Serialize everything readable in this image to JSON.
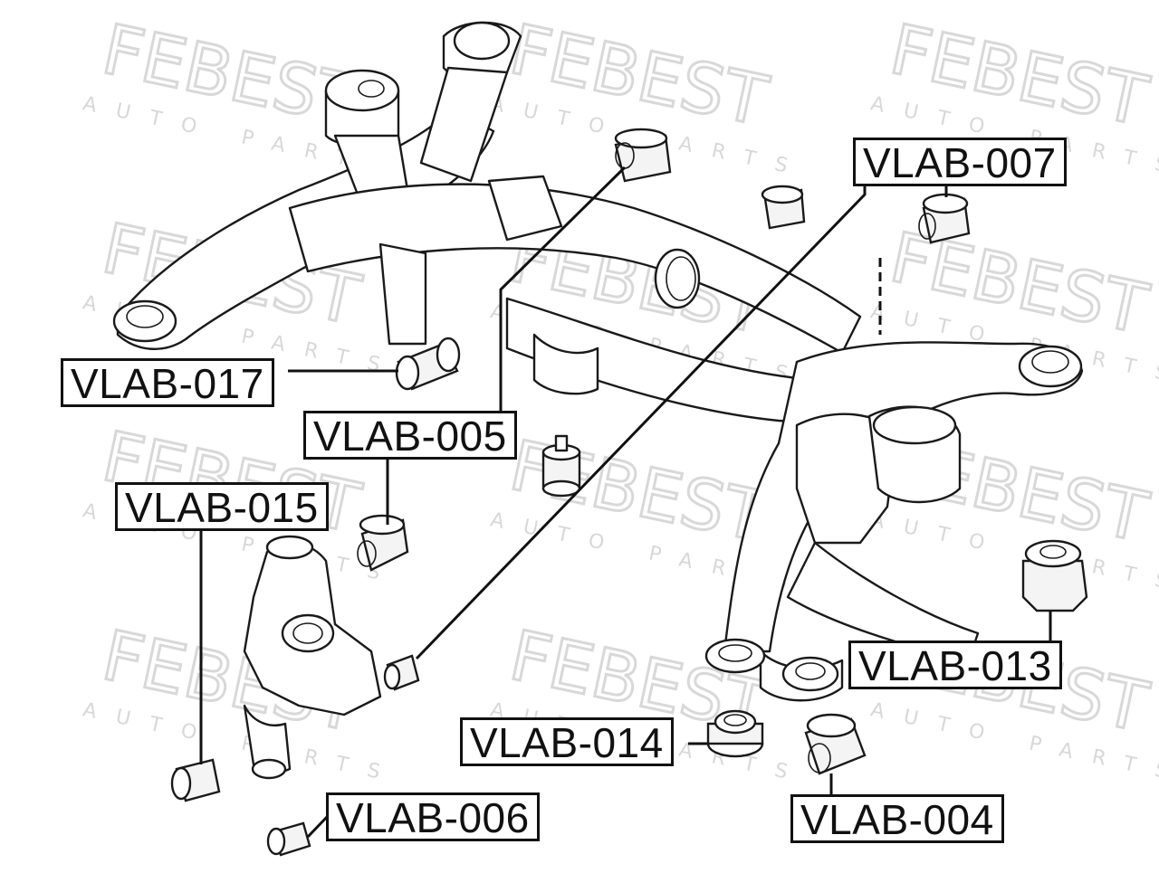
{
  "watermark": {
    "brand": "FEBEST",
    "tagline": "AUTO PARTS"
  },
  "part_labels": [
    {
      "id": "VLAB-007",
      "text": "VLAB-007"
    },
    {
      "id": "VLAB-017",
      "text": "VLAB-017"
    },
    {
      "id": "VLAB-005",
      "text": "VLAB-005"
    },
    {
      "id": "VLAB-015",
      "text": "VLAB-015"
    },
    {
      "id": "VLAB-013",
      "text": "VLAB-013"
    },
    {
      "id": "VLAB-014",
      "text": "VLAB-014"
    },
    {
      "id": "VLAB-006",
      "text": "VLAB-006"
    },
    {
      "id": "VLAB-004",
      "text": "VLAB-004"
    }
  ],
  "colors": {
    "line": "#111111",
    "watermark": "#dcdcdc",
    "background": "#ffffff"
  }
}
